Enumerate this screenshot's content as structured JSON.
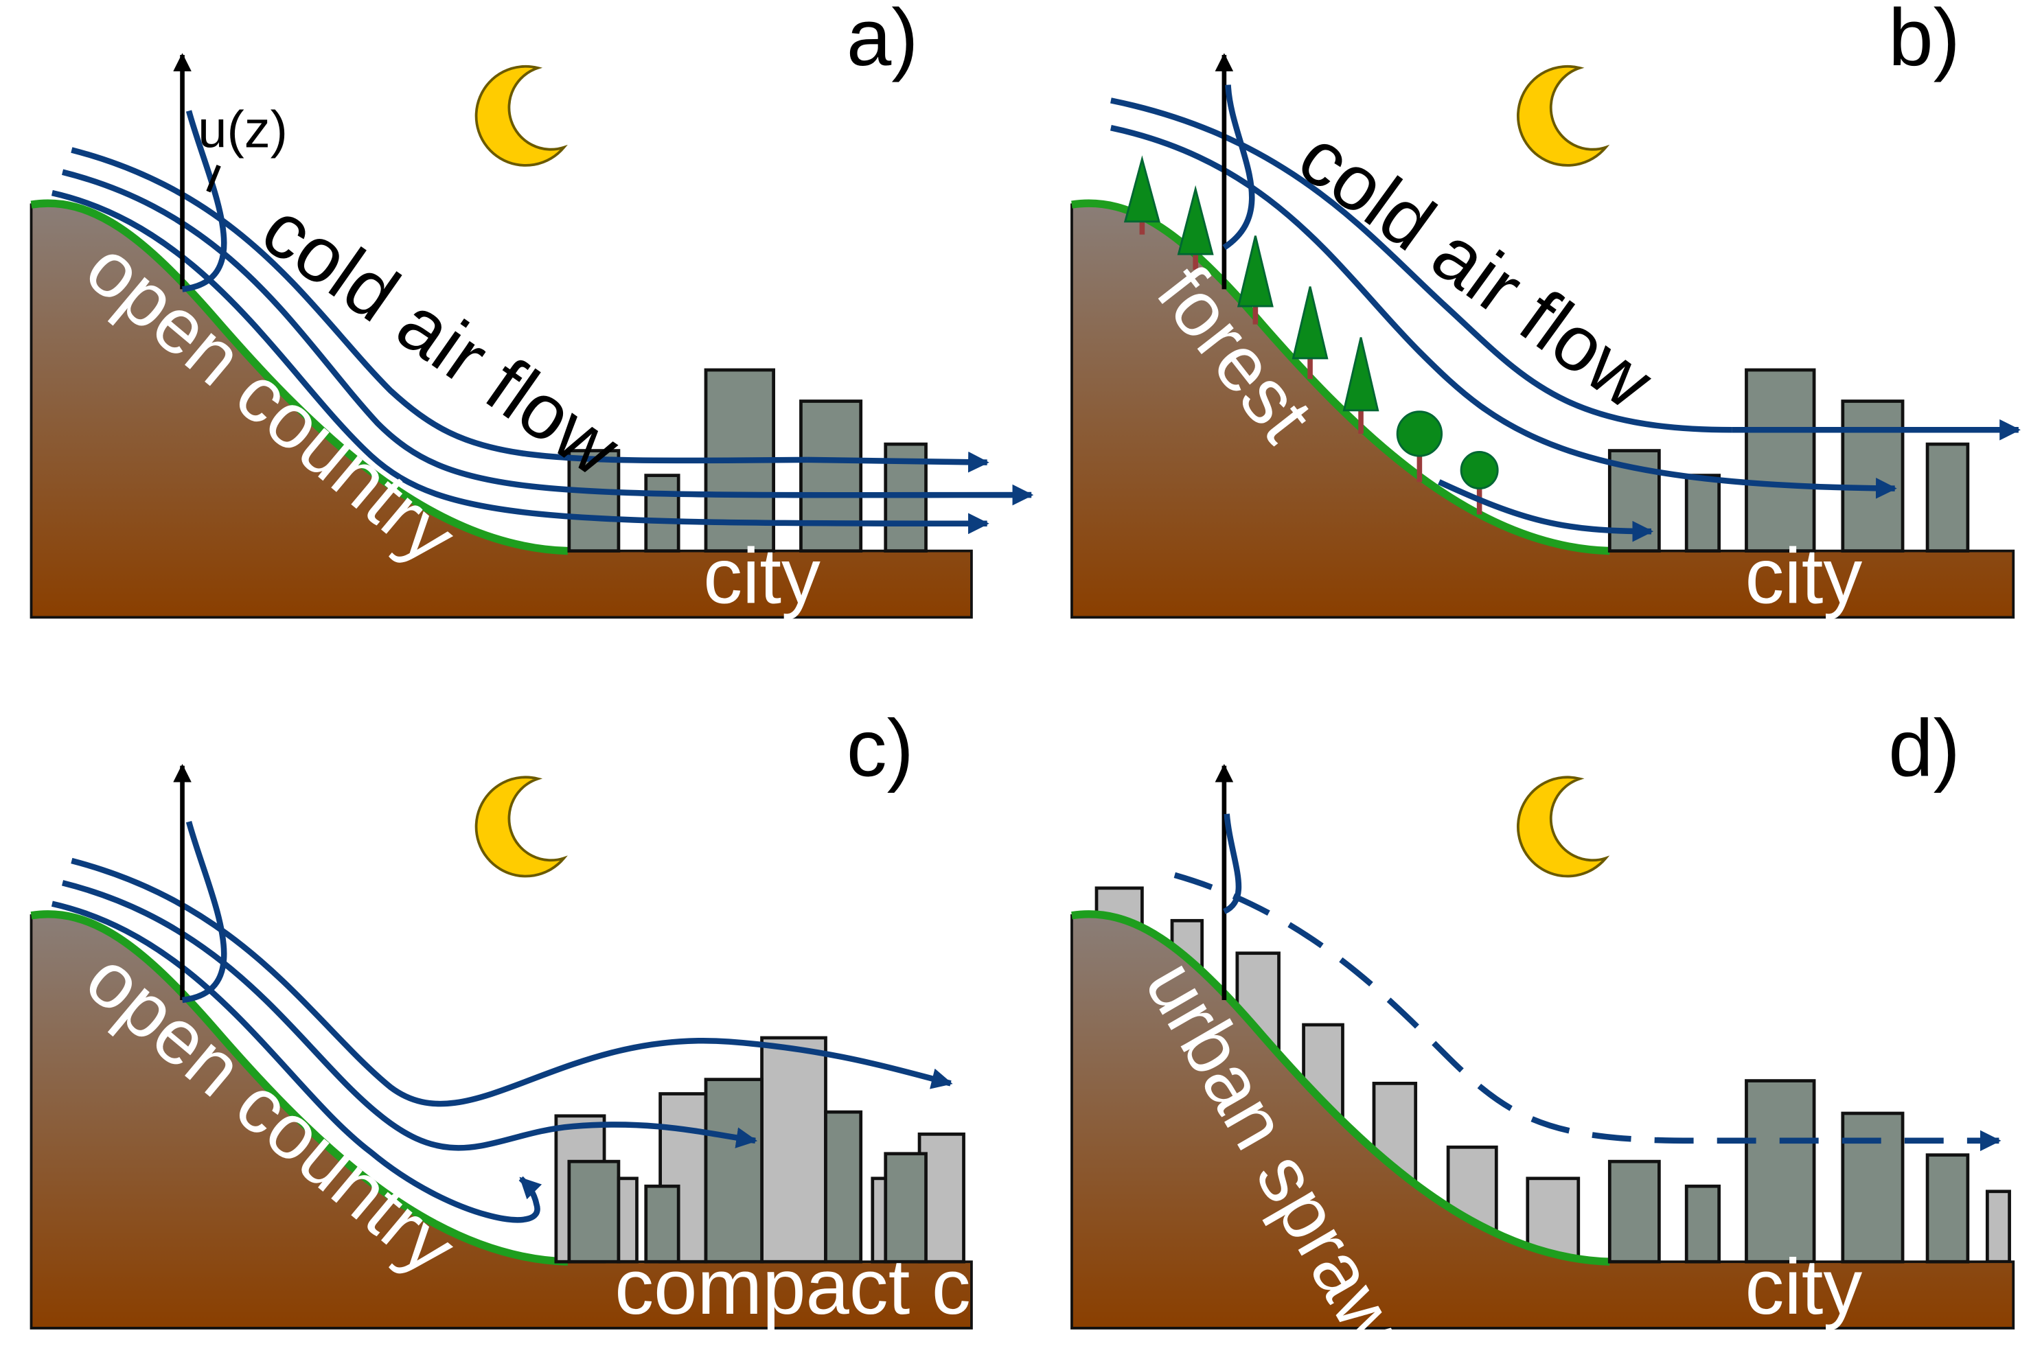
{
  "panels": [
    {
      "id": "a",
      "letter": "a)",
      "slope_label": "open country",
      "city_label": "city",
      "flow_label": "cold air flow",
      "profile_label": "u(z)"
    },
    {
      "id": "b",
      "letter": "b)",
      "slope_label": "forest",
      "city_label": "city",
      "flow_label": "cold air flow"
    },
    {
      "id": "c",
      "letter": "c)",
      "slope_label": "open country",
      "city_label": "compact city"
    },
    {
      "id": "d",
      "letter": "d)",
      "slope_label": "urban sprawl",
      "city_label": "city"
    }
  ],
  "colors": {
    "flow": "#0b3d7e",
    "terrain_top": "#8a7e78",
    "terrain_bottom": "#8a3f00",
    "terrain_rim": "#1e9e1e",
    "building_dark": "#7e8b83",
    "building_light": "#bcbcbc",
    "tree": "#0a8a1a",
    "trunk": "#9a3b3b",
    "moon": "#ffcc00"
  },
  "icons": [
    "moon-icon",
    "conifer-tree-icon",
    "deciduous-tree-icon",
    "flow-arrow-icon",
    "wind-profile-axis-icon"
  ]
}
